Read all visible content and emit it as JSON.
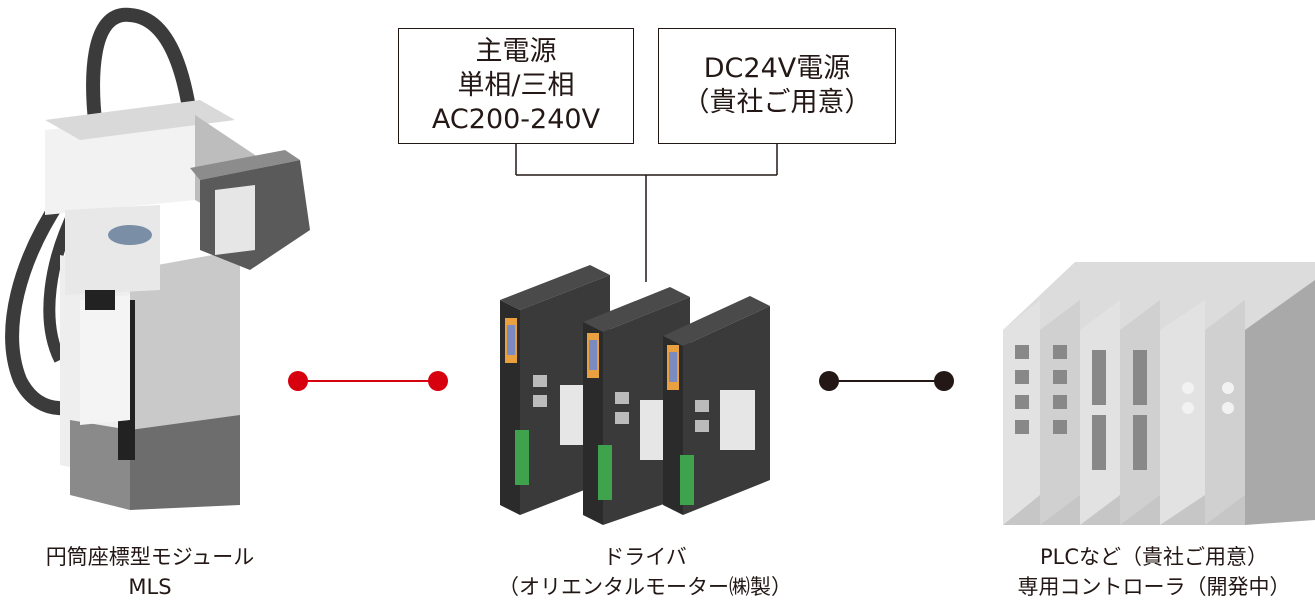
{
  "power_main": {
    "line1": "主電源",
    "line2": "単相/三相",
    "line3": "AC200-240V"
  },
  "power_dc": {
    "line1": "DC24V電源",
    "line2": "（貴社ご用意）"
  },
  "module": {
    "line1": "円筒座標型モジュール",
    "line2": "MLS"
  },
  "driver": {
    "line1": "ドライバ",
    "line2": "（オリエンタルモーター㈱製）"
  },
  "controller": {
    "line1": "PLCなど（貴社ご用意）",
    "line2": "専用コントローラ（開発中）"
  },
  "colors": {
    "red_link": "#d7000f",
    "black_link": "#231815"
  },
  "icons": [
    "robot-module-icon",
    "driver-unit-icon",
    "plc-rack-icon"
  ]
}
